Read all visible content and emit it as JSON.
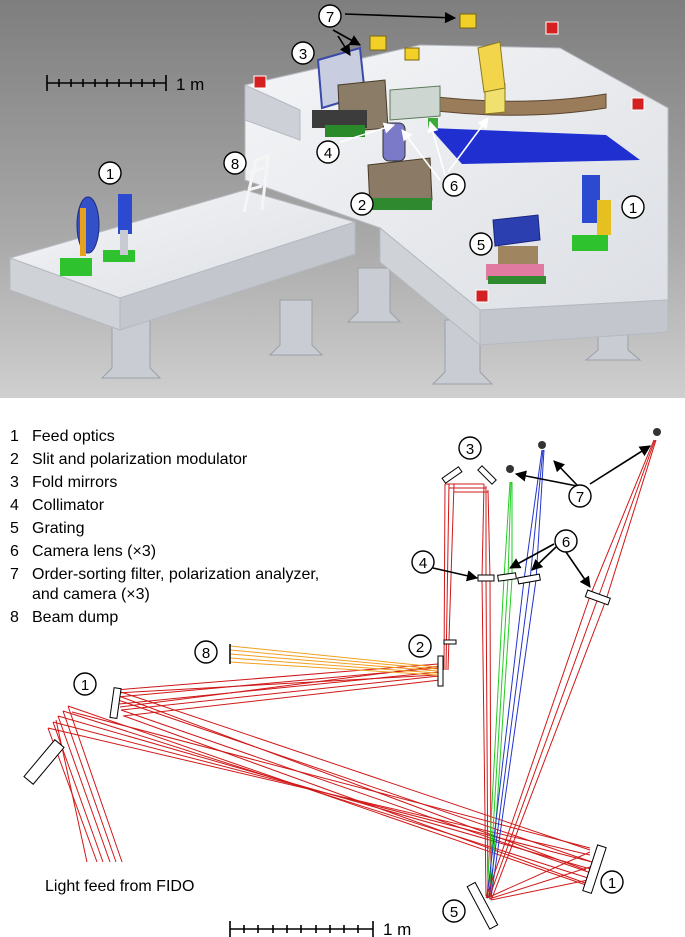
{
  "scale_top": {
    "label": "1 m"
  },
  "scale_bottom": {
    "label": "1 m"
  },
  "legend": [
    {
      "num": "1",
      "text": "Feed optics"
    },
    {
      "num": "2",
      "text": "Slit and polarization modulator"
    },
    {
      "num": "3",
      "text": "Fold mirrors"
    },
    {
      "num": "4",
      "text": "Collimator"
    },
    {
      "num": "5",
      "text": "Grating"
    },
    {
      "num": "6",
      "text": "Camera lens (×3)"
    },
    {
      "num": "7",
      "text": "Order-sorting filter, polarization analyzer,",
      "cont": "and camera (×3)"
    },
    {
      "num": "8",
      "text": "Beam dump"
    }
  ],
  "feed_label": "Light feed from FIDO",
  "callouts_top": {
    "c1a": "1",
    "c1b": "1",
    "c2": "2",
    "c3": "3",
    "c4": "4",
    "c5": "5",
    "c6": "6",
    "c7": "7",
    "c8": "8"
  },
  "callouts_bottom": {
    "c1a": "1",
    "c1b": "1",
    "c2": "2",
    "c3": "3",
    "c4": "4",
    "c5": "5",
    "c6": "6",
    "c7": "7",
    "c8": "8"
  },
  "colors": {
    "red": "#d01818",
    "green": "#22cc22",
    "blue": "#2233cc",
    "orange": "#f0a020",
    "table": "#e6e8ec",
    "background": "#8a8a8a"
  }
}
